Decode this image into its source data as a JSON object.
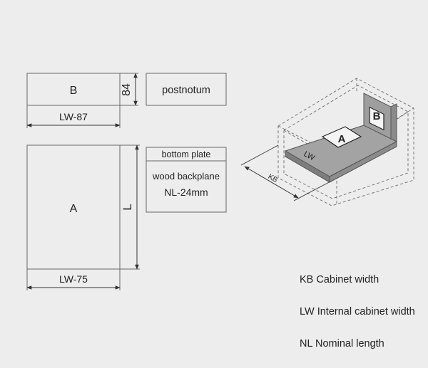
{
  "panel_b": {
    "label": "B",
    "height_dim": "84",
    "width_dim": "LW-87",
    "cover_label": "postnotum"
  },
  "panel_a": {
    "label": "A",
    "height_dim": "L",
    "width_dim": "LW-75"
  },
  "info_box": {
    "title": "bottom plate",
    "line1": "wood backplane",
    "line2": "NL-24mm"
  },
  "iso": {
    "label_a": "A",
    "label_b": "B",
    "label_lw": "LW",
    "label_kb": "KB"
  },
  "legend": [
    {
      "text": "KB Cabinet width"
    },
    {
      "text": "LW Internal cabinet width"
    },
    {
      "text": "NL Nominal length"
    }
  ],
  "colors": {
    "background": "#ededed",
    "line": "#555555",
    "panel": "#9a9a9a"
  }
}
